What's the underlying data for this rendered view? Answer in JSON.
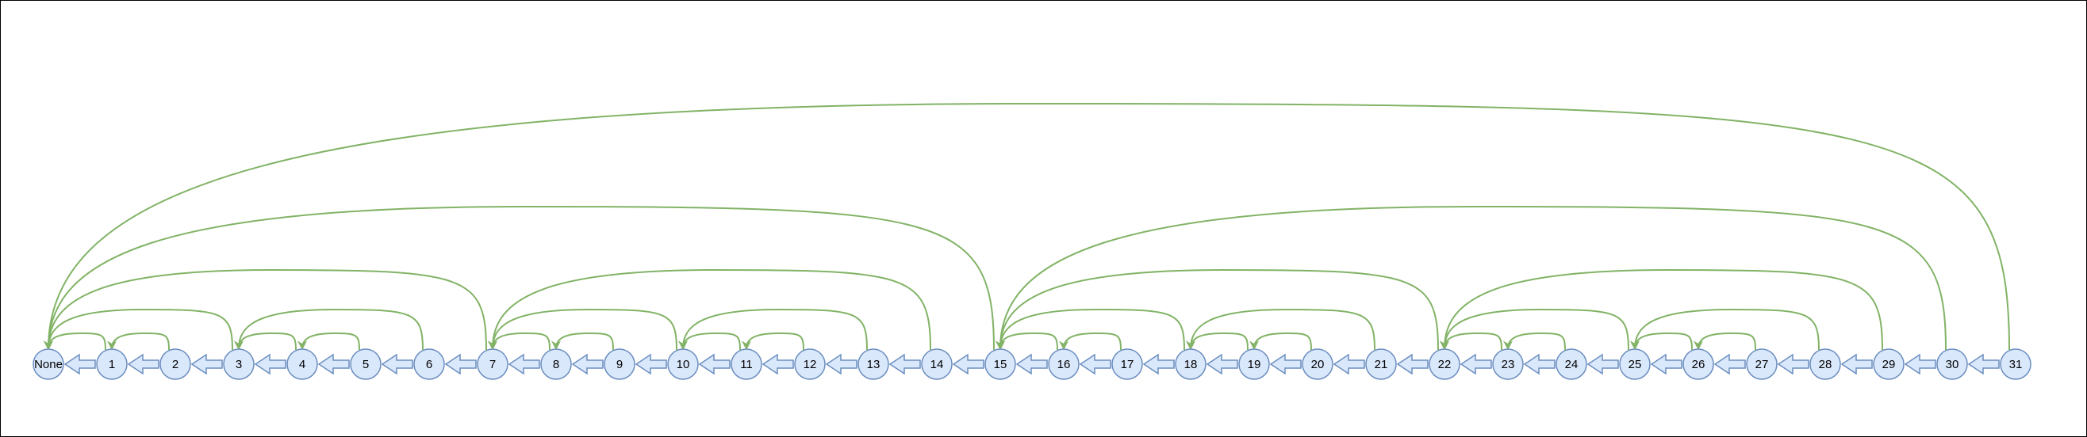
{
  "diagram": {
    "nodes": [
      {
        "id": 0,
        "label": "None"
      },
      {
        "id": 1,
        "label": "1"
      },
      {
        "id": 2,
        "label": "2"
      },
      {
        "id": 3,
        "label": "3"
      },
      {
        "id": 4,
        "label": "4"
      },
      {
        "id": 5,
        "label": "5"
      },
      {
        "id": 6,
        "label": "6"
      },
      {
        "id": 7,
        "label": "7"
      },
      {
        "id": 8,
        "label": "8"
      },
      {
        "id": 9,
        "label": "9"
      },
      {
        "id": 10,
        "label": "10"
      },
      {
        "id": 11,
        "label": "11"
      },
      {
        "id": 12,
        "label": "12"
      },
      {
        "id": 13,
        "label": "13"
      },
      {
        "id": 14,
        "label": "14"
      },
      {
        "id": 15,
        "label": "15"
      },
      {
        "id": 16,
        "label": "16"
      },
      {
        "id": 17,
        "label": "17"
      },
      {
        "id": 18,
        "label": "18"
      },
      {
        "id": 19,
        "label": "19"
      },
      {
        "id": 20,
        "label": "20"
      },
      {
        "id": 21,
        "label": "21"
      },
      {
        "id": 22,
        "label": "22"
      },
      {
        "id": 23,
        "label": "23"
      },
      {
        "id": 24,
        "label": "24"
      },
      {
        "id": 25,
        "label": "25"
      },
      {
        "id": 26,
        "label": "26"
      },
      {
        "id": 27,
        "label": "27"
      },
      {
        "id": 28,
        "label": "28"
      },
      {
        "id": 29,
        "label": "29"
      },
      {
        "id": 30,
        "label": "30"
      },
      {
        "id": 31,
        "label": "31"
      }
    ],
    "chain_links": [
      [
        1,
        0
      ],
      [
        2,
        1
      ],
      [
        3,
        2
      ],
      [
        4,
        3
      ],
      [
        5,
        4
      ],
      [
        6,
        5
      ],
      [
        7,
        6
      ],
      [
        8,
        7
      ],
      [
        9,
        8
      ],
      [
        10,
        9
      ],
      [
        11,
        10
      ],
      [
        12,
        11
      ],
      [
        13,
        12
      ],
      [
        14,
        13
      ],
      [
        15,
        14
      ],
      [
        16,
        15
      ],
      [
        17,
        16
      ],
      [
        18,
        17
      ],
      [
        19,
        18
      ],
      [
        20,
        19
      ],
      [
        21,
        20
      ],
      [
        22,
        21
      ],
      [
        23,
        22
      ],
      [
        24,
        23
      ],
      [
        25,
        24
      ],
      [
        26,
        25
      ],
      [
        27,
        26
      ],
      [
        28,
        27
      ],
      [
        29,
        28
      ],
      [
        30,
        29
      ],
      [
        31,
        30
      ]
    ],
    "jump_links": [
      [
        1,
        0
      ],
      [
        2,
        1
      ],
      [
        3,
        0
      ],
      [
        4,
        3
      ],
      [
        5,
        4
      ],
      [
        6,
        3
      ],
      [
        7,
        0
      ],
      [
        8,
        7
      ],
      [
        9,
        8
      ],
      [
        10,
        7
      ],
      [
        11,
        10
      ],
      [
        12,
        11
      ],
      [
        13,
        10
      ],
      [
        14,
        7
      ],
      [
        15,
        0
      ],
      [
        16,
        15
      ],
      [
        17,
        16
      ],
      [
        18,
        15
      ],
      [
        19,
        18
      ],
      [
        20,
        19
      ],
      [
        21,
        18
      ],
      [
        22,
        15
      ],
      [
        23,
        22
      ],
      [
        24,
        23
      ],
      [
        25,
        22
      ],
      [
        26,
        25
      ],
      [
        27,
        26
      ],
      [
        28,
        25
      ],
      [
        29,
        22
      ],
      [
        30,
        15
      ],
      [
        31,
        0
      ]
    ],
    "colors": {
      "node_fill": "#dae8fc",
      "node_stroke": "#6c8ebf",
      "chain_arrow_fill": "#dae8fc",
      "chain_arrow_stroke": "#6c8ebf",
      "jump_edge": "#82b366"
    }
  }
}
